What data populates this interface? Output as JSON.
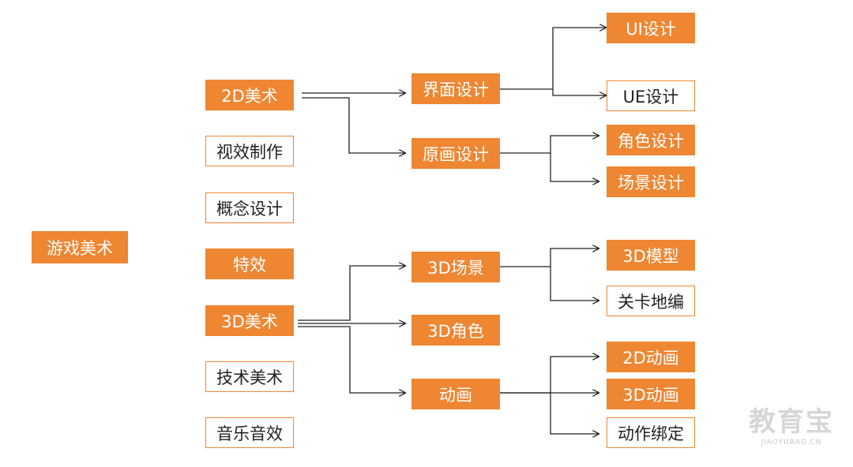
{
  "root": "游戏美术",
  "level1": {
    "art2d": "2D美术",
    "vfx": "视效制作",
    "concept": "概念设计",
    "effects": "特效",
    "art3d": "3D美术",
    "tech_art": "技术美术",
    "audio": "音乐音效"
  },
  "level2": {
    "interface": "界面设计",
    "original_art": "原画设计",
    "scene3d": "3D场景",
    "char3d": "3D角色",
    "animation": "动画"
  },
  "level3": {
    "ui": "UI设计",
    "ue": "UE设计",
    "character": "角色设计",
    "scene": "场景设计",
    "model3d": "3D模型",
    "level_edit": "关卡地编",
    "anim2d": "2D动画",
    "anim3d": "3D动画",
    "rigging": "动作绑定"
  },
  "colors": {
    "accent": "#ee8632",
    "line": "#222222",
    "watermark": "#d6d6d6"
  },
  "watermark": {
    "main": "教育宝",
    "sub": "JIAOYUBAO.CN"
  }
}
